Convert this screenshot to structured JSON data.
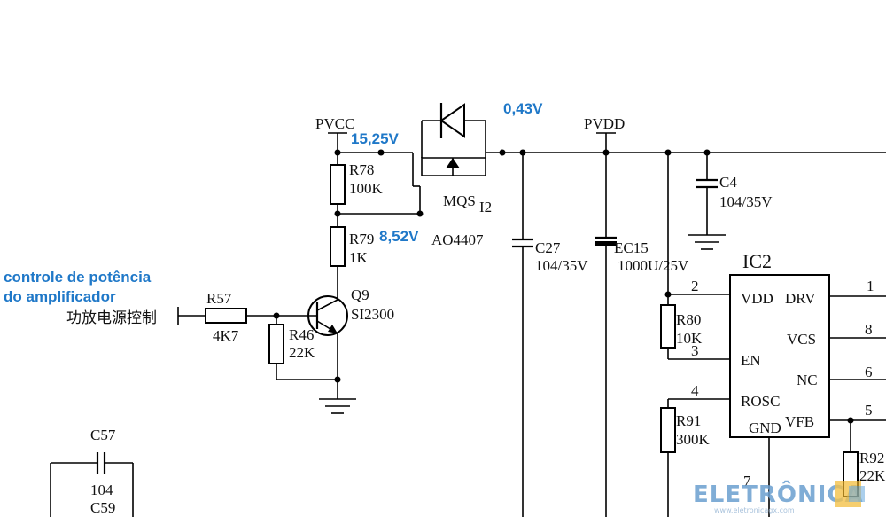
{
  "power_labels": {
    "pvcc": "PVCC",
    "pvdd": "PVDD"
  },
  "voltages": {
    "source": "15,25V",
    "drain": "0,43V",
    "gate": "8,52V"
  },
  "annotation": {
    "line1": "controle de potência",
    "line2": "do amplificador"
  },
  "input_label": "功放电源控制",
  "mosfet": {
    "ref": "MQS",
    "ref_suffix": "I2",
    "part": "AO4407"
  },
  "transistor": {
    "ref": "Q9",
    "part": "SI2300"
  },
  "resistors": {
    "r78": {
      "ref": "R78",
      "value": "100K"
    },
    "r79": {
      "ref": "R79",
      "value": "1K"
    },
    "r57": {
      "ref": "R57",
      "value": "4K7"
    },
    "r46": {
      "ref": "R46",
      "value": "22K"
    },
    "r80": {
      "ref": "R80",
      "value": "10K"
    },
    "r91": {
      "ref": "R91",
      "value": "300K"
    },
    "r92": {
      "ref": "R92",
      "value": "22K"
    }
  },
  "capacitors": {
    "c27": {
      "ref": "C27",
      "value": "104/35V"
    },
    "ec15": {
      "ref": "EC15",
      "value": "1000U/25V"
    },
    "c4": {
      "ref": "C4",
      "value": "104/35V"
    },
    "c57": {
      "ref": "C57",
      "value": "104"
    },
    "c59": {
      "ref": "C59"
    }
  },
  "ic": {
    "ref": "IC2",
    "pins_left": [
      "VDD",
      "EN",
      "ROSC",
      "GND"
    ],
    "pins_right": [
      "DRV",
      "VCS",
      "NC",
      "VFB"
    ],
    "pin_numbers": [
      "1",
      "2",
      "3",
      "4",
      "5",
      "6",
      "7",
      "8"
    ]
  },
  "watermark": {
    "brand": "ELETRÔNICA",
    "url": "www.eletronicagx.com"
  }
}
